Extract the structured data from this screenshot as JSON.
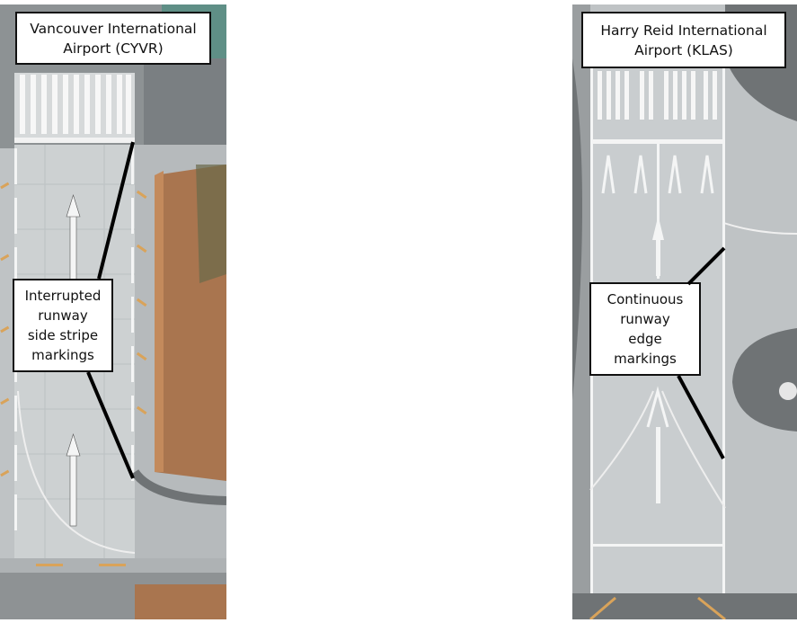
{
  "left_panel": {
    "title_lines": [
      "Vancouver International",
      "Airport (CYVR)"
    ],
    "note_lines": [
      "Interrupted",
      "runway",
      "side stripe",
      "markings"
    ]
  },
  "right_panel": {
    "title_lines": [
      "Harry Reid International",
      "Airport (KLAS)"
    ],
    "note_lines": [
      "Continuous",
      "runway",
      "edge",
      "markings"
    ]
  },
  "colors": {
    "pavement": "#c9cdcf",
    "marking": "#f4f5f5",
    "dirt": "#a9754f",
    "dark_asphalt": "#6f7375",
    "taxi_yellow": "#d9a35a"
  }
}
